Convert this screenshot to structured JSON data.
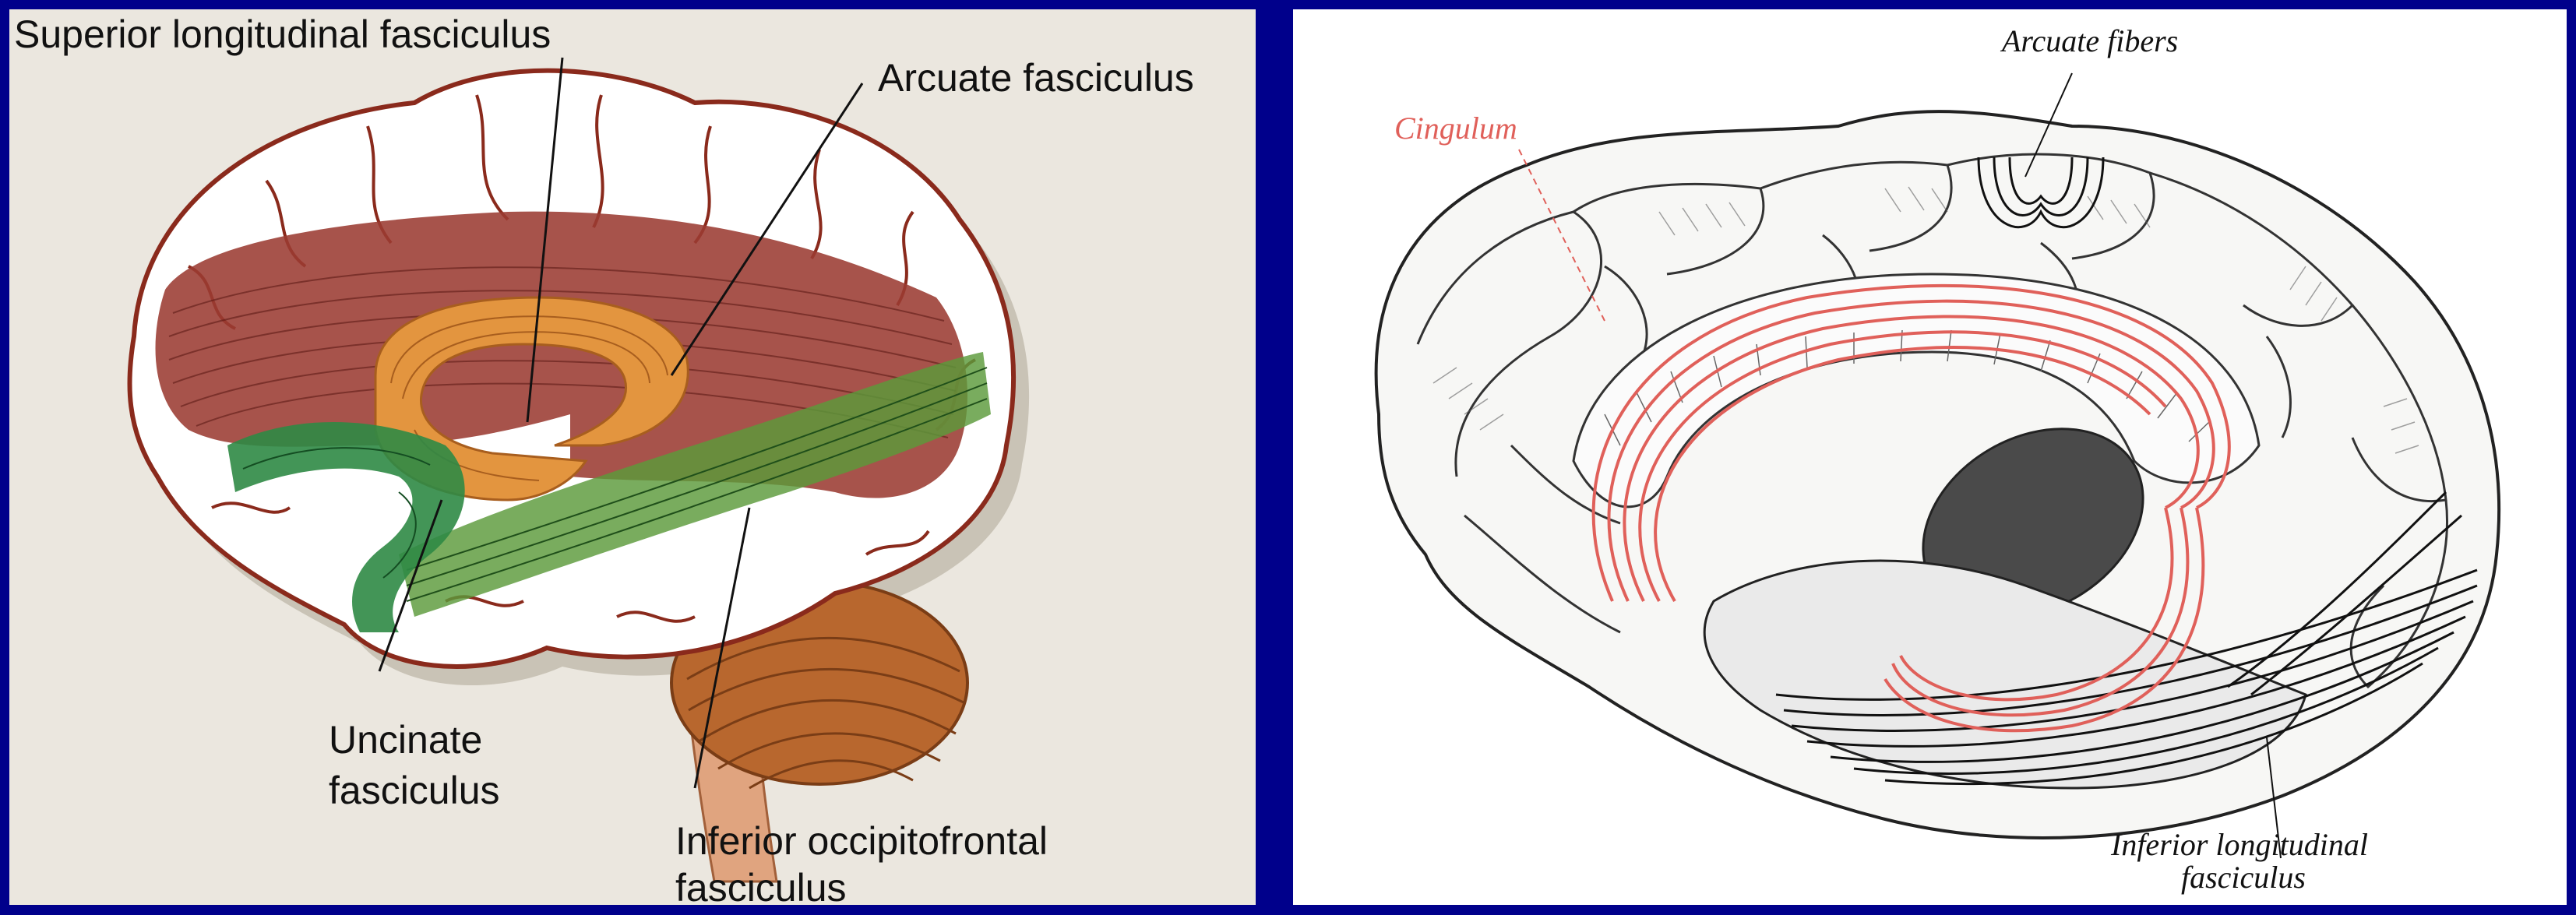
{
  "left_panel": {
    "labels": {
      "slf": "Superior longitudinal fasciculus",
      "arcuate": "Arcuate fasciculus",
      "uncinate_1": "Uncinate",
      "uncinate_2": "fasciculus",
      "iof_1": "Inferior occipitofrontal",
      "iof_2": "fasciculus"
    },
    "colors": {
      "background": "#ebe7df",
      "slf_band": "#9b3b32",
      "arcuate_band": "#e3953f",
      "uncinate_band": "#2f8a45",
      "iof_band": "#5c9a3b",
      "outline": "#8a2a1c",
      "cerebellum": "#b8672e"
    }
  },
  "right_panel": {
    "labels": {
      "arcuate_fibers": "Arcuate fibers",
      "cingulum": "Cingulum",
      "ilf_1": "Inferior longitudinal",
      "ilf_2": "fasciculus"
    },
    "colors": {
      "background": "#ffffff",
      "cingulum_fibers": "#e0605a",
      "ink": "#222222"
    }
  },
  "frame_color": "#00008b"
}
